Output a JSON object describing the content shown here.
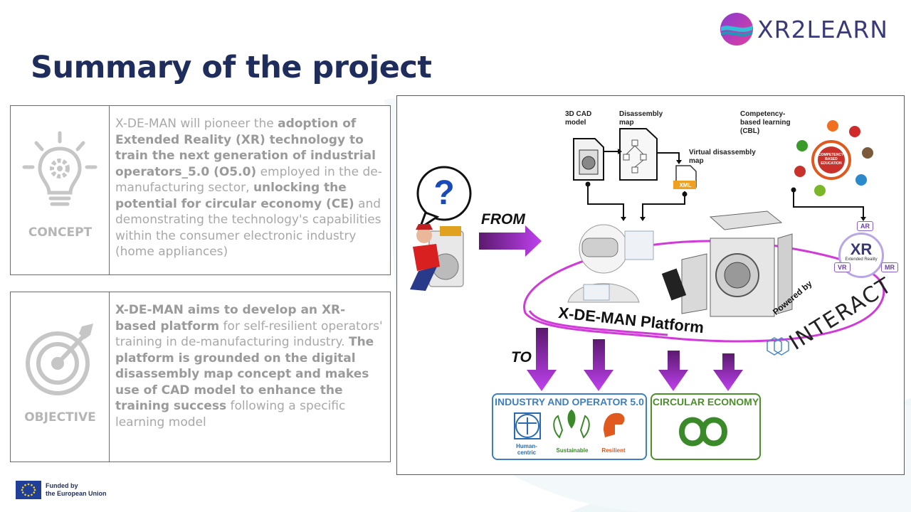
{
  "logo": {
    "text": "XR2LEARN"
  },
  "title": "Summary of the project",
  "concept": {
    "label": "CONCEPT",
    "text_parts": [
      {
        "t": "X-DE-MAN will pioneer the ",
        "b": false
      },
      {
        "t": "adoption of Extended Reality (XR) technology to train the next generation of industrial operators_5.0 (O5.0)",
        "b": true
      },
      {
        "t": " employed in the de-manufacturing sector, ",
        "b": false
      },
      {
        "t": "unlocking the potential for circular economy (CE)",
        "b": true
      },
      {
        "t": " and demonstrating the technology's capabilities within the consumer electronic industry (home appliances)",
        "b": false
      }
    ]
  },
  "objective": {
    "label": "OBJECTIVE",
    "text_parts": [
      {
        "t": "X-DE-MAN aims to develop an XR-based platform",
        "b": true
      },
      {
        "t": " for self-resilient operators' training in de-manufacturing industry. ",
        "b": false
      },
      {
        "t": "The platform is grounded on the digital disassembly map concept and makes use of CAD model to enhance the training success",
        "b": true
      },
      {
        "t": " following a specific learning model",
        "b": false
      }
    ]
  },
  "diagram": {
    "cad_label": "3D CAD model",
    "disassembly_label": "Disassembly map",
    "virtual_label": "Virtual disassembly map",
    "xml_label": "XML",
    "cbl_label": "Competency-based learning (CBL)",
    "cbe_center": "COMPETENCY-BASED EDUCATION",
    "from_label": "FROM",
    "to_label": "TO",
    "platform_label": "X-DE-MAN Platform",
    "powered_label": "Powered by",
    "interact_label": "INTERACT",
    "xr_big": "XR",
    "xr_small": "Extended Reality",
    "xr_ar": "AR",
    "xr_vr": "VR",
    "xr_mr": "MR",
    "industry_title": "INDUSTRY AND OPERATOR 5.0",
    "human_label": "Human-centric",
    "sustainable_label": "Sustainable",
    "resilient_label": "Resilient",
    "circular_title": "CIRCULAR ECONOMY"
  },
  "footer": {
    "line1": "Funded by",
    "line2": "the European Union"
  },
  "colors": {
    "title": "#1f2d5c",
    "purple_arrow": "#9b2fd0",
    "industry_blue": "#3d7fc0",
    "circular_green": "#4b8f2a"
  }
}
